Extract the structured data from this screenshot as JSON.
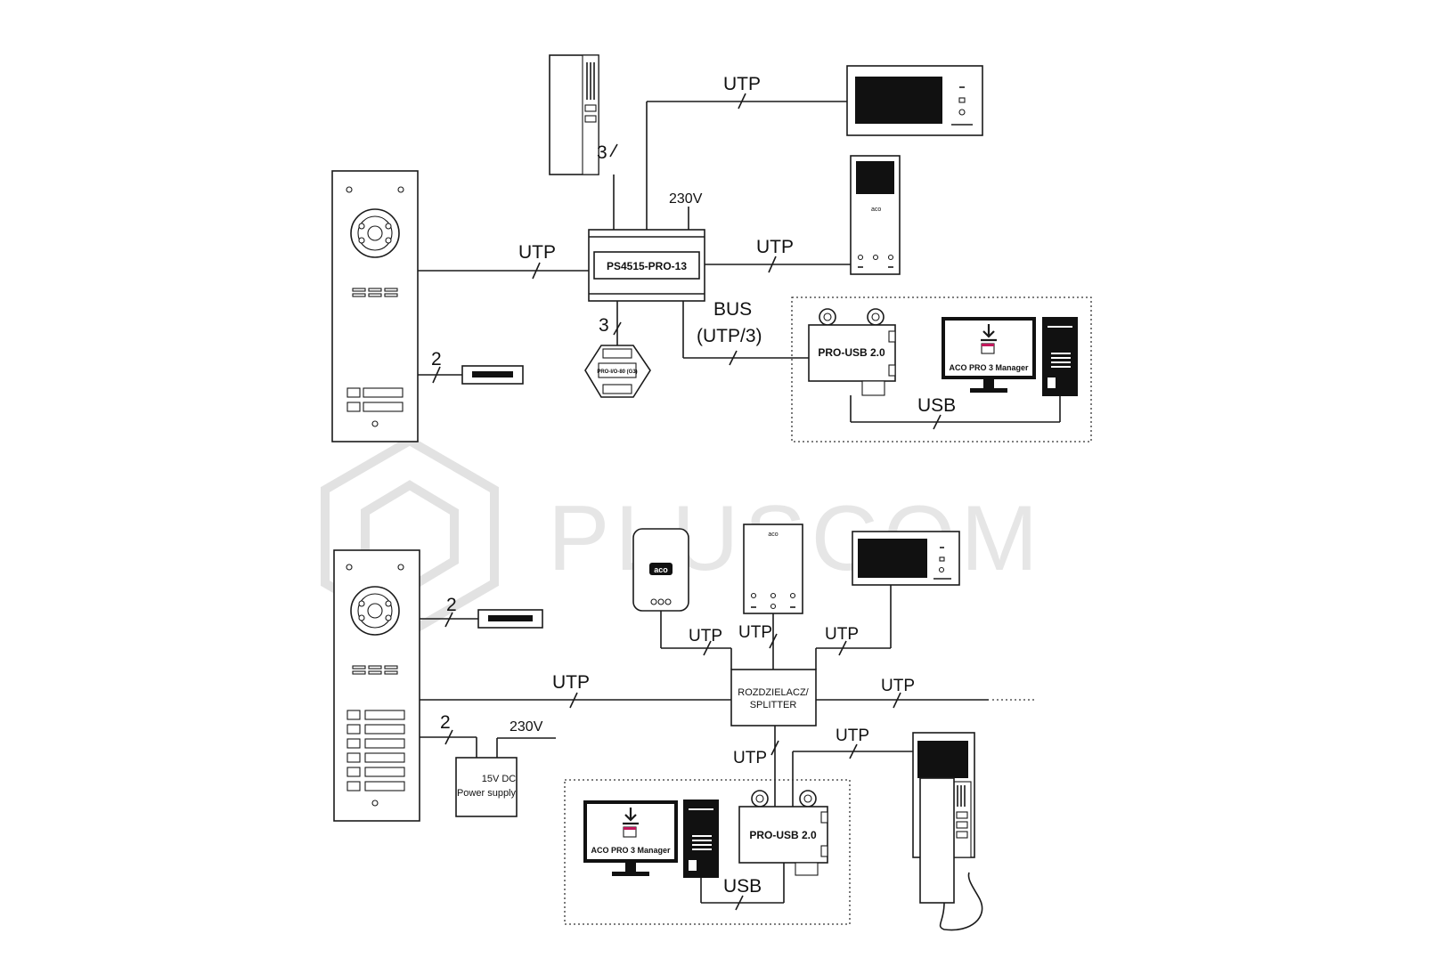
{
  "watermark": {
    "text": "PLUSCOM"
  },
  "devices": {
    "ps4515": "PS4515-PRO-13",
    "pro_io": "PRO-I/O-80 (G3)",
    "pro_usb_top": "PRO-USB 2.0",
    "pro_usb_bottom": "PRO-USB 2.0",
    "manager_top": "ACO PRO 3 Manager",
    "manager_bottom": "ACO PRO 3 Manager",
    "splitter_line1": "ROZDZIELACZ/",
    "splitter_line2": "SPLITTER",
    "psu_line1": "15V DC",
    "psu_line2": "Power supply",
    "brand_small": "aco",
    "brand_badge": "aco"
  },
  "labels": {
    "top": {
      "utp_monitor": "UTP",
      "three_handset": "3",
      "v230": "230V",
      "utp_panel": "UTP",
      "utp_intercom": "UTP",
      "bus_line1": "BUS",
      "bus_line2": "(UTP/3)",
      "three_io": "3",
      "two_lock": "2",
      "usb": "USB"
    },
    "bottom": {
      "two_lock": "2",
      "utp_gsm": "UTP",
      "utp_intercom": "UTP",
      "utp_monitor": "UTP",
      "utp_panel": "UTP",
      "utp_continue": "UTP",
      "two_psu": "2",
      "v230": "230V",
      "utp_usb": "UTP",
      "utp_handset": "UTP",
      "usb": "USB"
    }
  }
}
